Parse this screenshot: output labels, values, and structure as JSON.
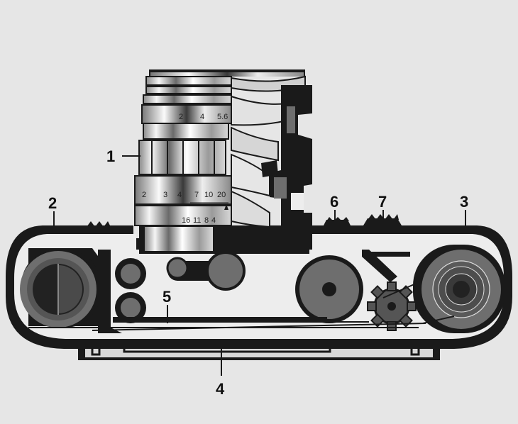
{
  "callouts": {
    "c1": "1",
    "c2": "2",
    "c3": "3",
    "c4": "4",
    "c5": "5",
    "c6": "6",
    "c7": "7"
  },
  "lens": {
    "aperture_scale": {
      "a": "2",
      "b": "4",
      "c": "5.6"
    },
    "distance_scale_top": {
      "a": "2",
      "b": "3",
      "c": "4",
      "d": "7",
      "e": "10",
      "f": "20"
    },
    "distance_scale_bottom": {
      "a": "16",
      "b": "11",
      "c": "8",
      "d": "4"
    }
  },
  "colors": {
    "body": "#1a1a1a",
    "chrome_light": "#f2f2f2",
    "chrome_dark": "#555555",
    "interior": "#ededed",
    "spool_gray": "#6e6e6e",
    "background": "#e6e6e6"
  }
}
